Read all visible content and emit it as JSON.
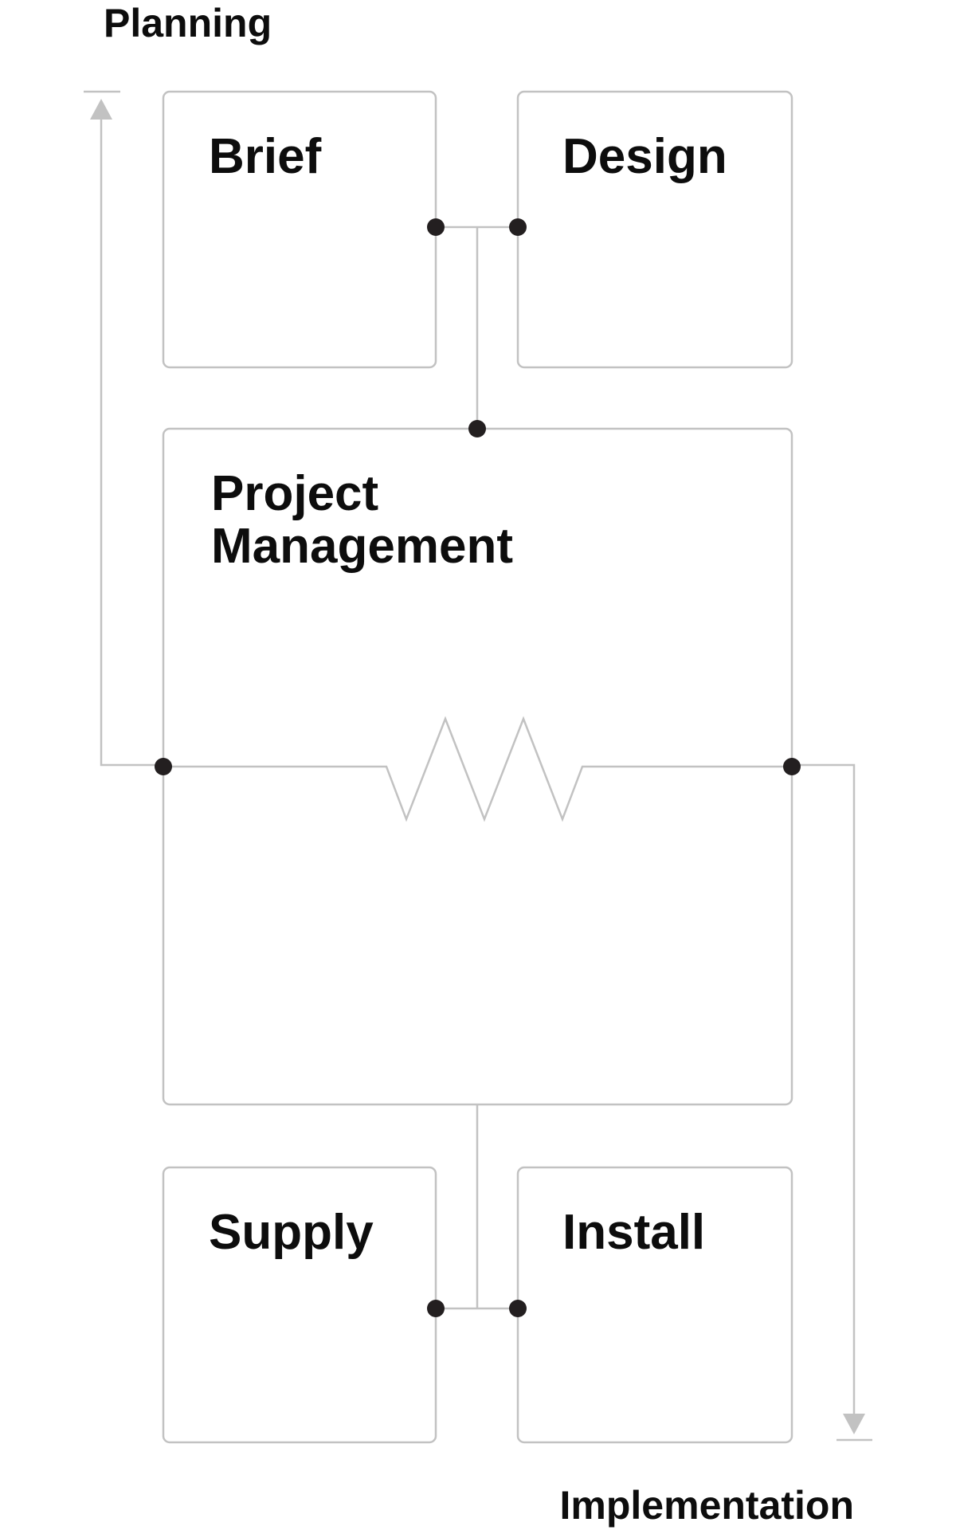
{
  "axis": {
    "top_label": "Planning",
    "bottom_label": "Implementation"
  },
  "boxes": {
    "brief": "Brief",
    "design": "Design",
    "project_management_line1": "Project",
    "project_management_line2": "Management",
    "supply": "Supply",
    "install": "Install"
  },
  "colors": {
    "box_stroke": "#c2c2c2",
    "connector_dot": "#231f20",
    "text": "#0d0d0d",
    "background": "#ffffff"
  }
}
